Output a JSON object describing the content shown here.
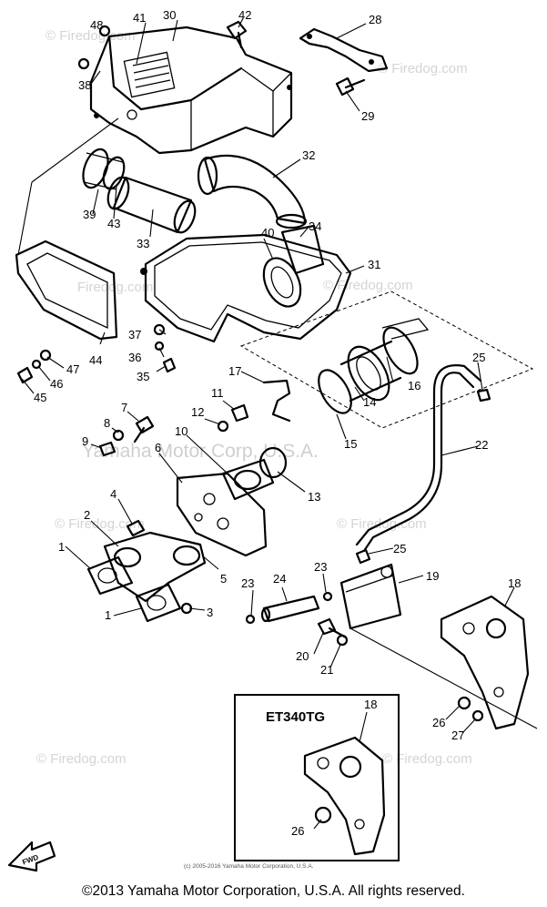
{
  "watermark": {
    "site": "© Firedog.com",
    "site_short": "© Firedog.com",
    "firedog_plain": "Firedog.com",
    "corp": "Yamaha Motor Corp, U.S.A."
  },
  "inset": {
    "title": "ET340TG"
  },
  "small_copyright": "(c) 2005-2016 Yamaha Motor Corporation, U.S.A.",
  "front_arrow": "FWD",
  "footer": {
    "copyright": "©2013 Yamaha Motor Corporation, U.S.A. All rights reserved."
  },
  "part_numbers": {
    "p1": "1",
    "p1b": "1",
    "p2": "2",
    "p3": "3",
    "p4": "4",
    "p5": "5",
    "p6": "6",
    "p7": "7",
    "p8": "8",
    "p9": "9",
    "p10": "10",
    "p11": "11",
    "p12": "12",
    "p13": "13",
    "p14": "14",
    "p15": "15",
    "p16": "16",
    "p17": "17",
    "p18": "18",
    "p18b": "18",
    "p19": "19",
    "p20": "20",
    "p21": "21",
    "p22": "22",
    "p23a": "23",
    "p23b": "23",
    "p24": "24",
    "p25a": "25",
    "p25b": "25",
    "p26a": "26",
    "p26b": "26",
    "p27": "27",
    "p28": "28",
    "p29": "29",
    "p30": "30",
    "p31": "31",
    "p32": "32",
    "p33": "33",
    "p34": "34",
    "p35": "35",
    "p36": "36",
    "p37": "37",
    "p38": "38",
    "p39": "39",
    "p40": "40",
    "p41": "41",
    "p42": "42",
    "p43": "43",
    "p44": "44",
    "p45": "45",
    "p46": "46",
    "p47": "47",
    "p48": "48"
  }
}
